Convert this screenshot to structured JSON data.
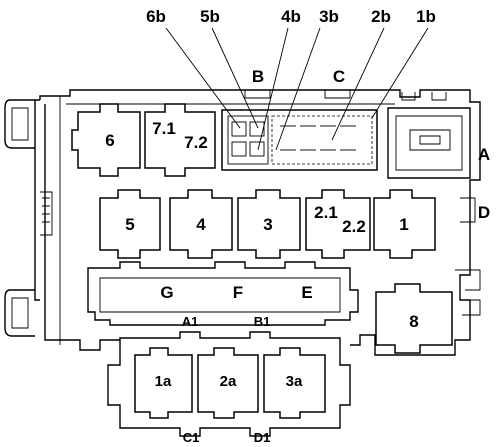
{
  "callouts_top": [
    "6b",
    "5b",
    "4b",
    "3b",
    "2b",
    "1b"
  ],
  "connectors": {
    "A": "A",
    "B": "B",
    "C": "C",
    "D": "D",
    "E": "E",
    "F": "F",
    "G": "G",
    "A1": "A1",
    "B1": "B1",
    "C1": "C1",
    "D1": "D1"
  },
  "relays": {
    "r1": "1",
    "r2_1": "2.1",
    "r2_2": "2.2",
    "r3": "3",
    "r4": "4",
    "r5": "5",
    "r6": "6",
    "r7_1": "7.1",
    "r7_2": "7.2",
    "r8": "8",
    "r1a": "1a",
    "r2a": "2a",
    "r3a": "3a"
  }
}
